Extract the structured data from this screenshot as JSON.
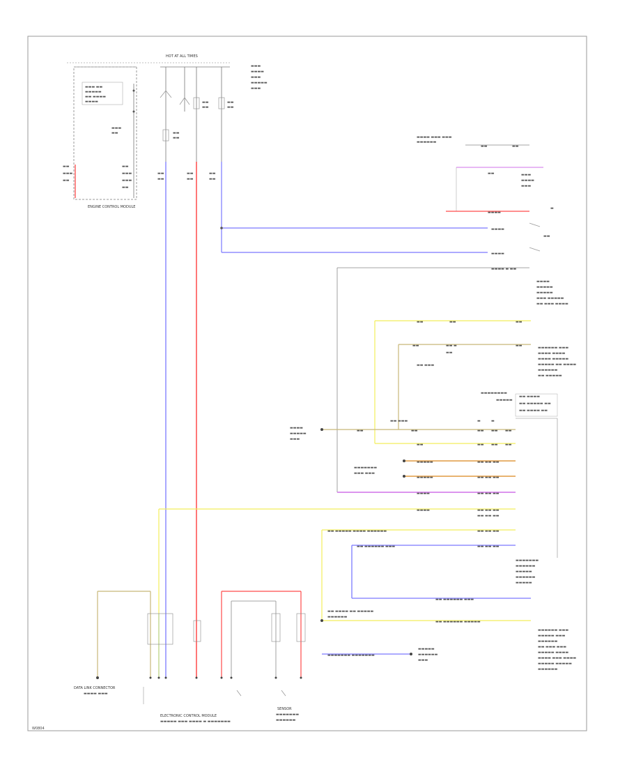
{
  "diagram": {
    "corner_code": "W0804",
    "colors": {
      "blue": "#7a78ff",
      "red": "#ff4a4a",
      "yellow": "#f2ee5a",
      "tan": "#c8b878",
      "violet": "#d070e8",
      "orange": "#e09a40",
      "gray": "#888888",
      "black": "#444444",
      "green": "#b8d090"
    },
    "labels": {
      "fuse_box_top": "HOT AT ALL TIMES",
      "bottom_left_module": "DATA LINK CONNECTOR",
      "bottom_center_module": "ELECTRONIC CONTROL MODULE",
      "bottom_right_module": "SENSOR",
      "left_box_module": "ENGINE CONTROL MODULE"
    }
  }
}
